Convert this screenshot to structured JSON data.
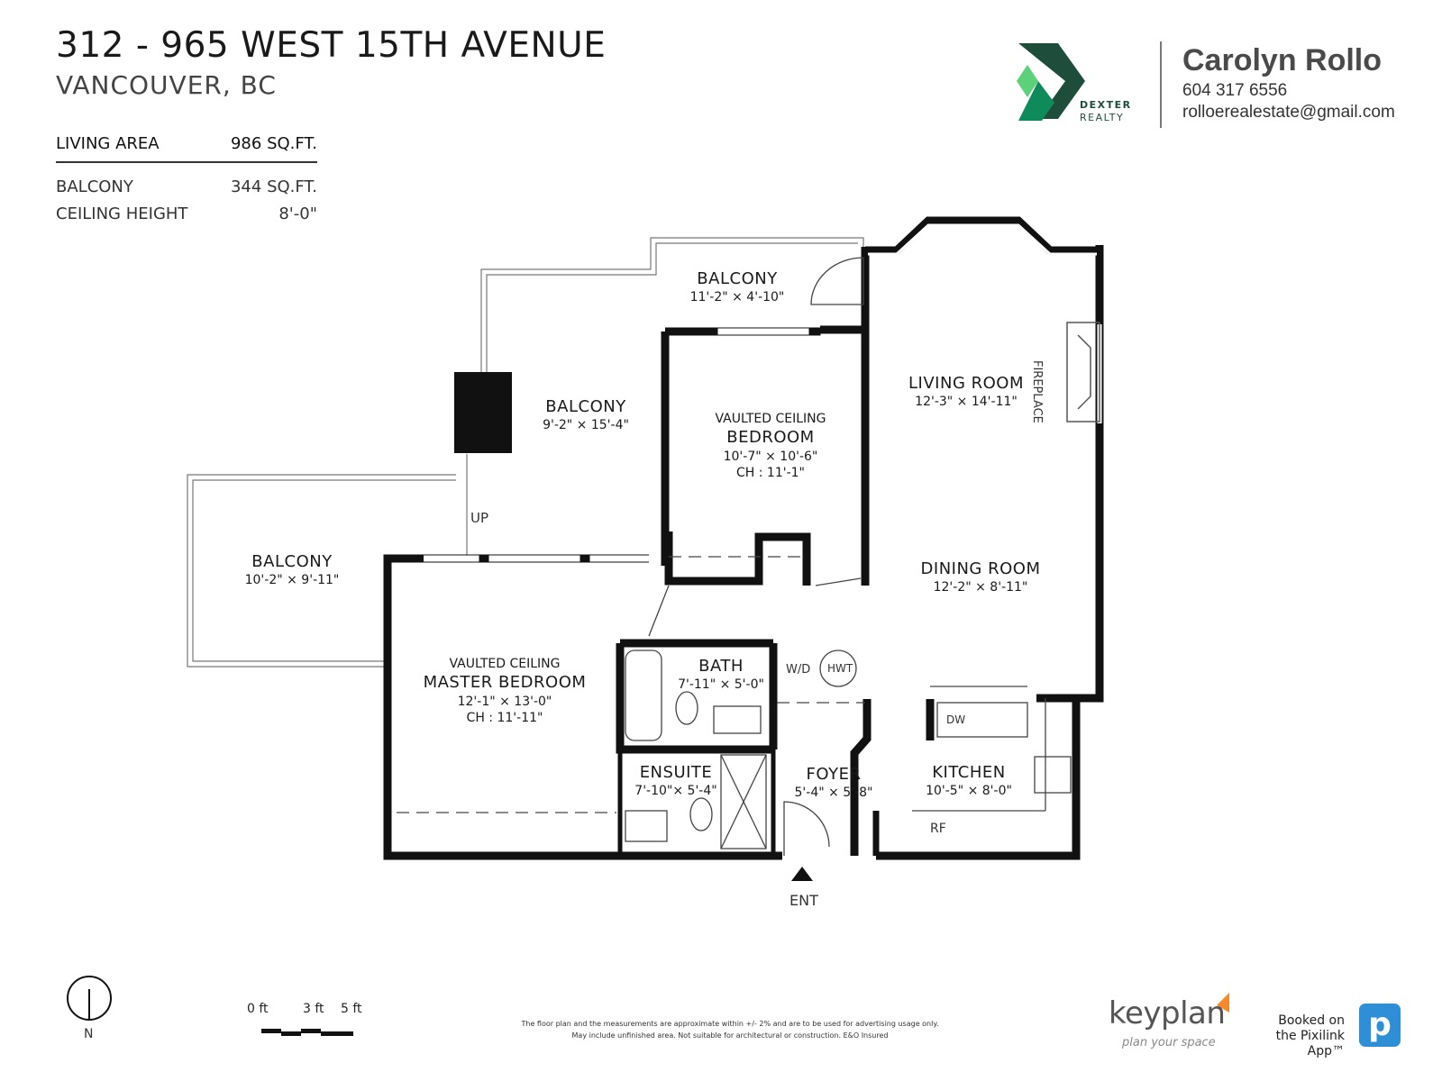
{
  "header": {
    "address": "312 - 965 WEST 15TH AVENUE",
    "city": "VANCOUVER, BC"
  },
  "stats": [
    {
      "label": "LIVING AREA",
      "value": "986 SQ.FT."
    },
    {
      "label": "BALCONY",
      "value": "344 SQ.FT."
    },
    {
      "label": "CEILING HEIGHT",
      "value": "8'-0\""
    }
  ],
  "brand": {
    "logo_line1": "DEXTER",
    "logo_line2": "REALTY",
    "colors": {
      "dark": "#1f4d3b",
      "mid": "#0f8a5a",
      "light": "#5cd17a"
    }
  },
  "agent": {
    "name": "Carolyn Rollo",
    "phone": "604 317 6556",
    "email": "rolloerealestate@gmail.com"
  },
  "rooms": {
    "balcony_top": {
      "name": "BALCONY",
      "dims": "11'-2\"  ×  4'-10\""
    },
    "balcony_mid": {
      "name": "BALCONY",
      "dims": "9'-2\"  ×  15'-4\""
    },
    "balcony_left": {
      "name": "BALCONY",
      "dims": "10'-2\"  ×  9'-11\""
    },
    "bedroom": {
      "note": "VAULTED CEILING",
      "name": "BEDROOM",
      "dims": "10'-7\"  ×  10'-6\"",
      "ch": "CH : 11'-1\""
    },
    "living": {
      "name": "LIVING ROOM",
      "dims": "12'-3\"  ×  14'-11\""
    },
    "dining": {
      "name": "DINING ROOM",
      "dims": "12'-2\"  ×  8'-11\""
    },
    "master": {
      "note": "VAULTED CEILING",
      "name": "MASTER BEDROOM",
      "dims": "12'-1\"  ×  13'-0\"",
      "ch": "CH : 11'-11\""
    },
    "bath": {
      "name": "BATH",
      "dims": "7'-11\" × 5'-0\""
    },
    "ensuite": {
      "name": "ENSUITE",
      "dims": "7'-10\"× 5'-4\""
    },
    "foyer": {
      "name": "FOYER",
      "dims": "5'-4\" × 5'-8\""
    },
    "kitchen": {
      "name": "KITCHEN",
      "dims": "10'-5\"  ×  8'-0\""
    }
  },
  "labels": {
    "fireplace": "FIREPLACE",
    "up": "UP",
    "wd": "W/D",
    "hwt": "HWT",
    "dw": "DW",
    "rf": "RF",
    "entrance": "ENT",
    "north": "N"
  },
  "scale": {
    "l0": "0 ft",
    "l3": "3 ft",
    "l5": "5 ft"
  },
  "footer": {
    "disclaimer1": "The floor plan and the measurements are approximate within +/- 2% and are to be used for advertising usage only.",
    "disclaimer2": "May include unfinished area. Not suitable for architectural or construction. E&O Insured",
    "keyplan": "keyplan",
    "keyplan_sub": "plan your space",
    "pixilink1": "Booked on",
    "pixilink2": "the Pixilink App™",
    "pixilink_badge": "p"
  }
}
